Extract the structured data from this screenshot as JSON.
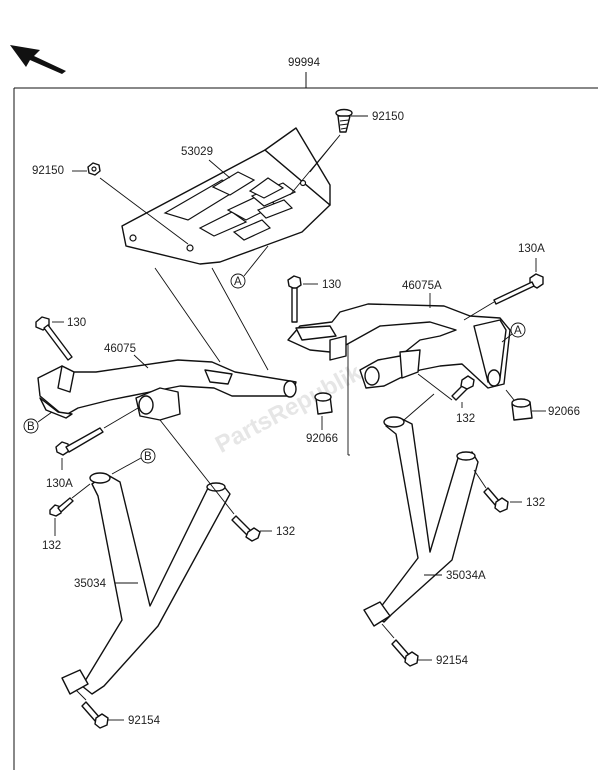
{
  "diagram": {
    "assembly_number": "99994",
    "watermark": "PartsRepublik",
    "ref_markers": [
      "A",
      "B"
    ],
    "labels": {
      "p92150_top": "92150",
      "p53029": "53029",
      "p92150_left": "92150",
      "p130A_right": "130A",
      "p130_mid": "130",
      "p46075A": "46075A",
      "p130_left": "130",
      "p46075": "46075",
      "p92066_right": "92066",
      "p132_right_upper": "132",
      "p92066_mid": "92066",
      "p130A_left": "130A",
      "p132_left": "132",
      "p132_mid": "132",
      "p132_right_lower": "132",
      "p35034A": "35034A",
      "p35034": "35034",
      "p92154_right": "92154",
      "p92154_left": "92154"
    }
  }
}
